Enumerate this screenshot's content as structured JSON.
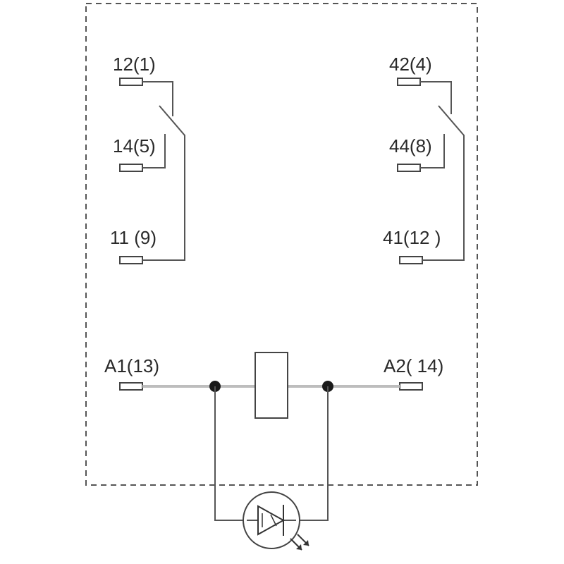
{
  "diagram": {
    "contacts": {
      "left": {
        "nc": "12(1)",
        "no": "14(5)",
        "common": "11 (9)"
      },
      "right": {
        "nc": "42(4)",
        "no": "44(8)",
        "common": "41(12 )"
      }
    },
    "coil": {
      "a1": "A1(13)",
      "a2": "A2( 14)"
    },
    "indicator": "led-with-diode-icon"
  }
}
